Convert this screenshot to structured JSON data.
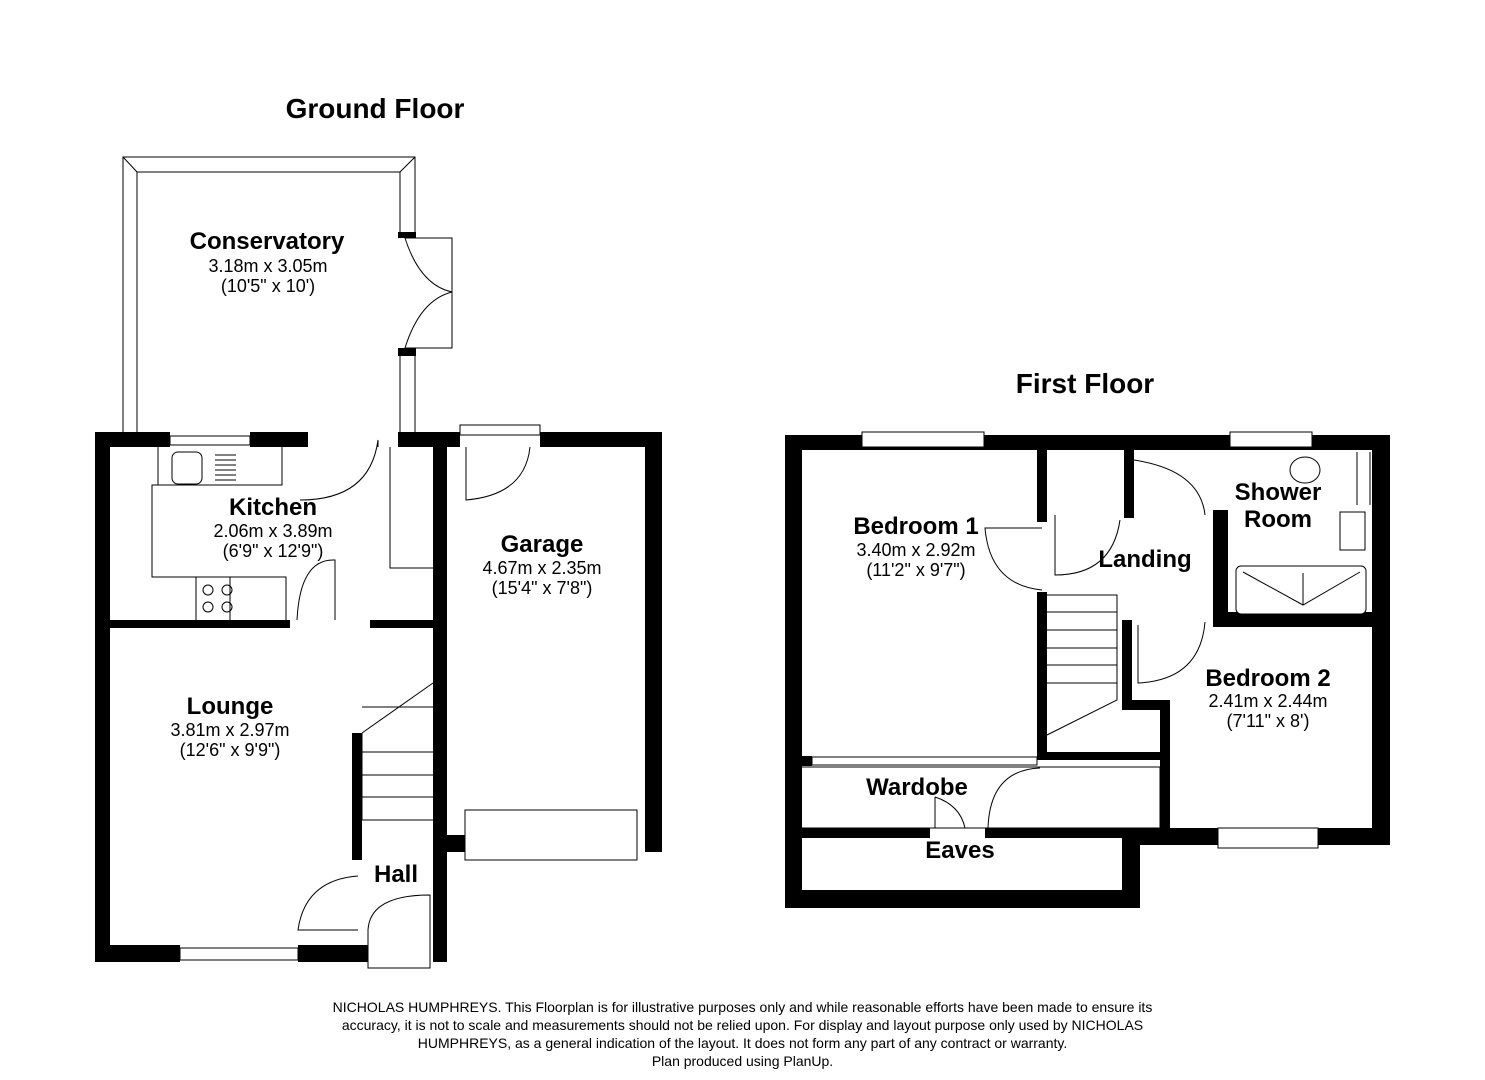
{
  "ground_floor": {
    "title": "Ground Floor",
    "rooms": {
      "conservatory": {
        "name": "Conservatory",
        "metric": "3.18m x 3.05m",
        "imperial": "(10'5\" x 10')"
      },
      "kitchen": {
        "name": "Kitchen",
        "metric": "2.06m x 3.89m",
        "imperial": "(6'9\" x 12'9\")"
      },
      "garage": {
        "name": "Garage",
        "metric": "4.67m x 2.35m",
        "imperial": "(15'4\" x 7'8\")"
      },
      "lounge": {
        "name": "Lounge",
        "metric": "3.81m x 2.97m",
        "imperial": "(12'6\" x 9'9\")"
      },
      "hall": {
        "name": "Hall"
      }
    }
  },
  "first_floor": {
    "title": "First Floor",
    "rooms": {
      "bedroom1": {
        "name": "Bedroom 1",
        "metric": "3.40m x 2.92m",
        "imperial": "(11'2\" x 9'7\")"
      },
      "landing": {
        "name": "Landing"
      },
      "shower": {
        "name_line1": "Shower",
        "name_line2": "Room"
      },
      "bedroom2": {
        "name": "Bedroom 2",
        "metric": "2.41m x 2.44m",
        "imperial": "(7'11\" x 8')"
      },
      "wardrobe": {
        "name": "Wardobe"
      },
      "eaves": {
        "name": "Eaves"
      }
    }
  },
  "footer": {
    "line1": "NICHOLAS HUMPHREYS. This Floorplan is for illustrative purposes only and while reasonable efforts have been made to ensure its",
    "line2": "accuracy, it is not to scale and measurements should not be relied upon. For display and layout purpose only used by NICHOLAS",
    "line3": "HUMPHREYS, as a general indication of the layout. It does not form any part of any contract or warranty.",
    "line4": "Plan produced using PlanUp."
  }
}
